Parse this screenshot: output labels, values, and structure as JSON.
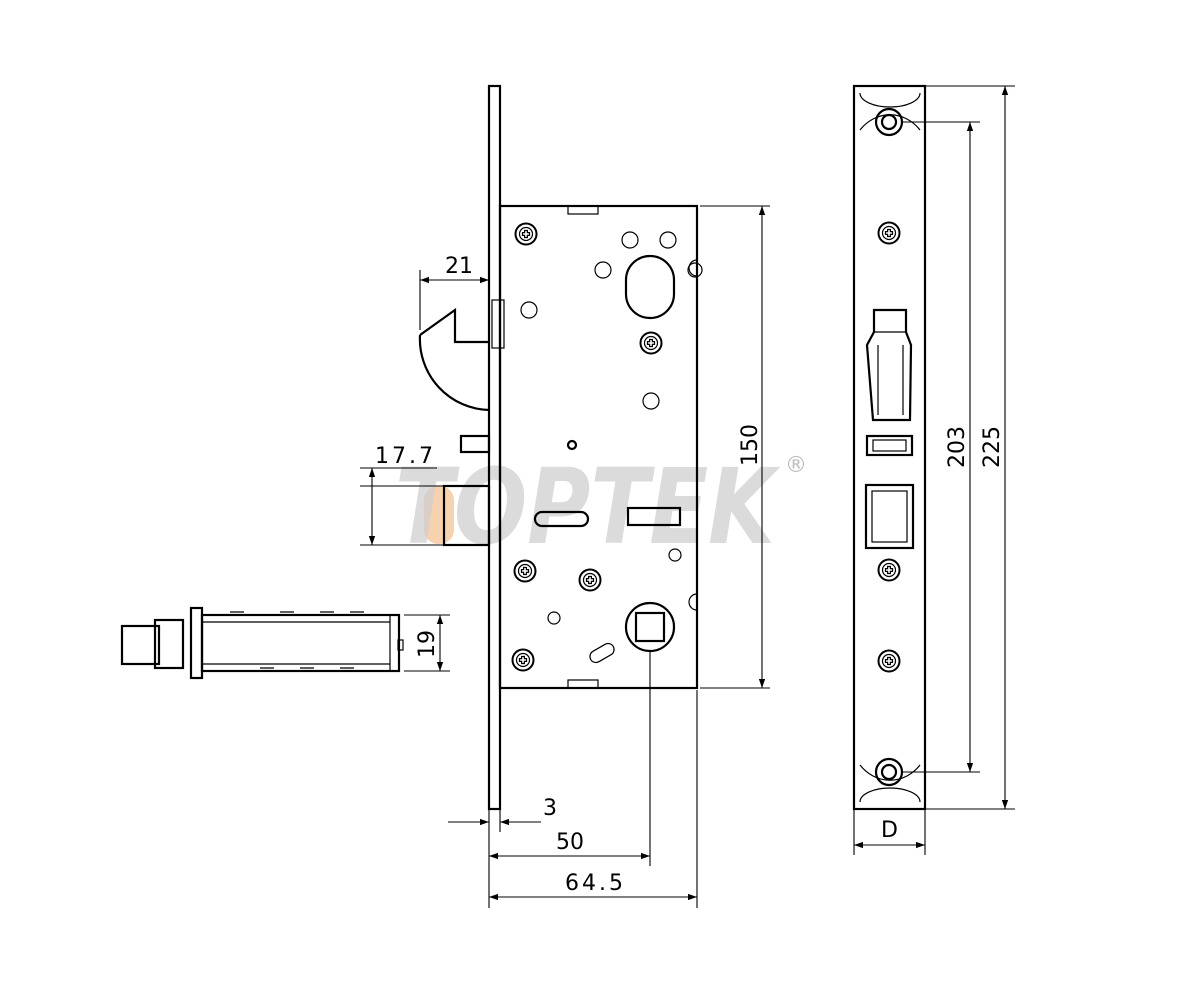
{
  "watermark": {
    "brand": "TOPTEK",
    "registered_mark": "®",
    "brand_color": "#c9c9c9",
    "accent_color": "#f7c9a0"
  },
  "dimensions": {
    "latch_projection": "21",
    "deadbolt_projection": "17.7",
    "cylinder_height": "19",
    "case_height": "150",
    "faceplate_thickness": "3",
    "backset": "50",
    "case_depth": "64.5",
    "screw_spacing": "203",
    "faceplate_length": "225",
    "faceplate_width": "D"
  }
}
